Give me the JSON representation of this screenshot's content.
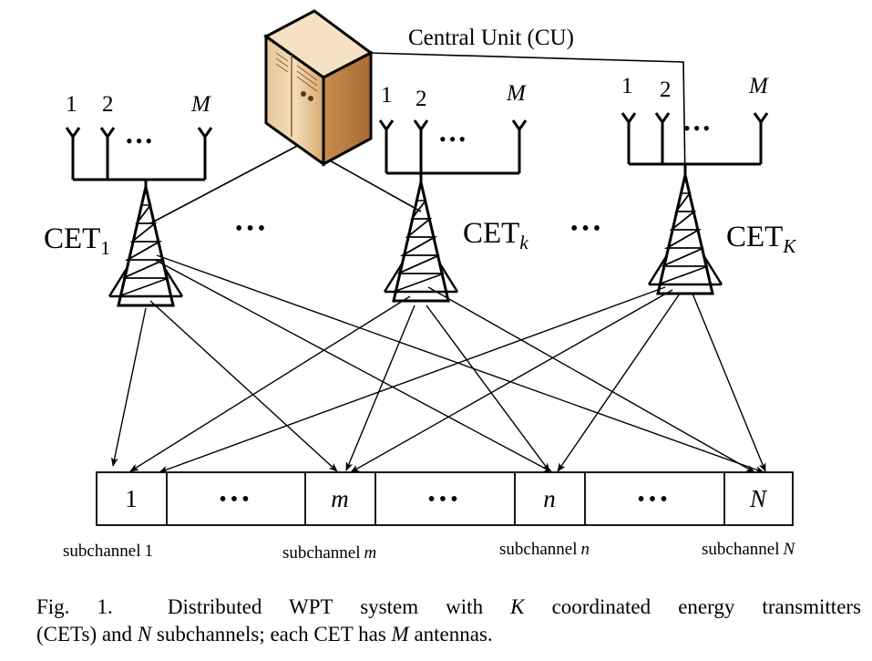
{
  "diagram": {
    "central_unit": {
      "label": "Central Unit (CU)"
    },
    "cets": [
      {
        "name": "CET",
        "subscript": "1",
        "antenna_labels": [
          "1",
          "2",
          "M"
        ]
      },
      {
        "name": "CET",
        "subscript": "k",
        "antenna_labels": [
          "1",
          "2",
          "M"
        ]
      },
      {
        "name": "CET",
        "subscript": "K",
        "antenna_labels": [
          "1",
          "2",
          "M"
        ]
      }
    ],
    "ellipsis": "•••",
    "subchannel_cells": [
      "1",
      "•••",
      "m",
      "•••",
      "n",
      "•••",
      "N"
    ],
    "subchannel_labels": [
      {
        "prefix": "subchannel",
        "index": "1"
      },
      {
        "prefix": "subchannel",
        "index": "m"
      },
      {
        "prefix": "subchannel",
        "index": "n"
      },
      {
        "prefix": "subchannel",
        "index": "N"
      }
    ]
  },
  "caption": {
    "fig_label": "Fig. 1.",
    "t1": "Distributed WPT system with",
    "m1": "K",
    "t2": "coordinated energy transmitters",
    "t3": "(CETs) and",
    "m2": "N",
    "t4": "subchannels; each CET has",
    "m3": "M",
    "t5": "antennas."
  }
}
